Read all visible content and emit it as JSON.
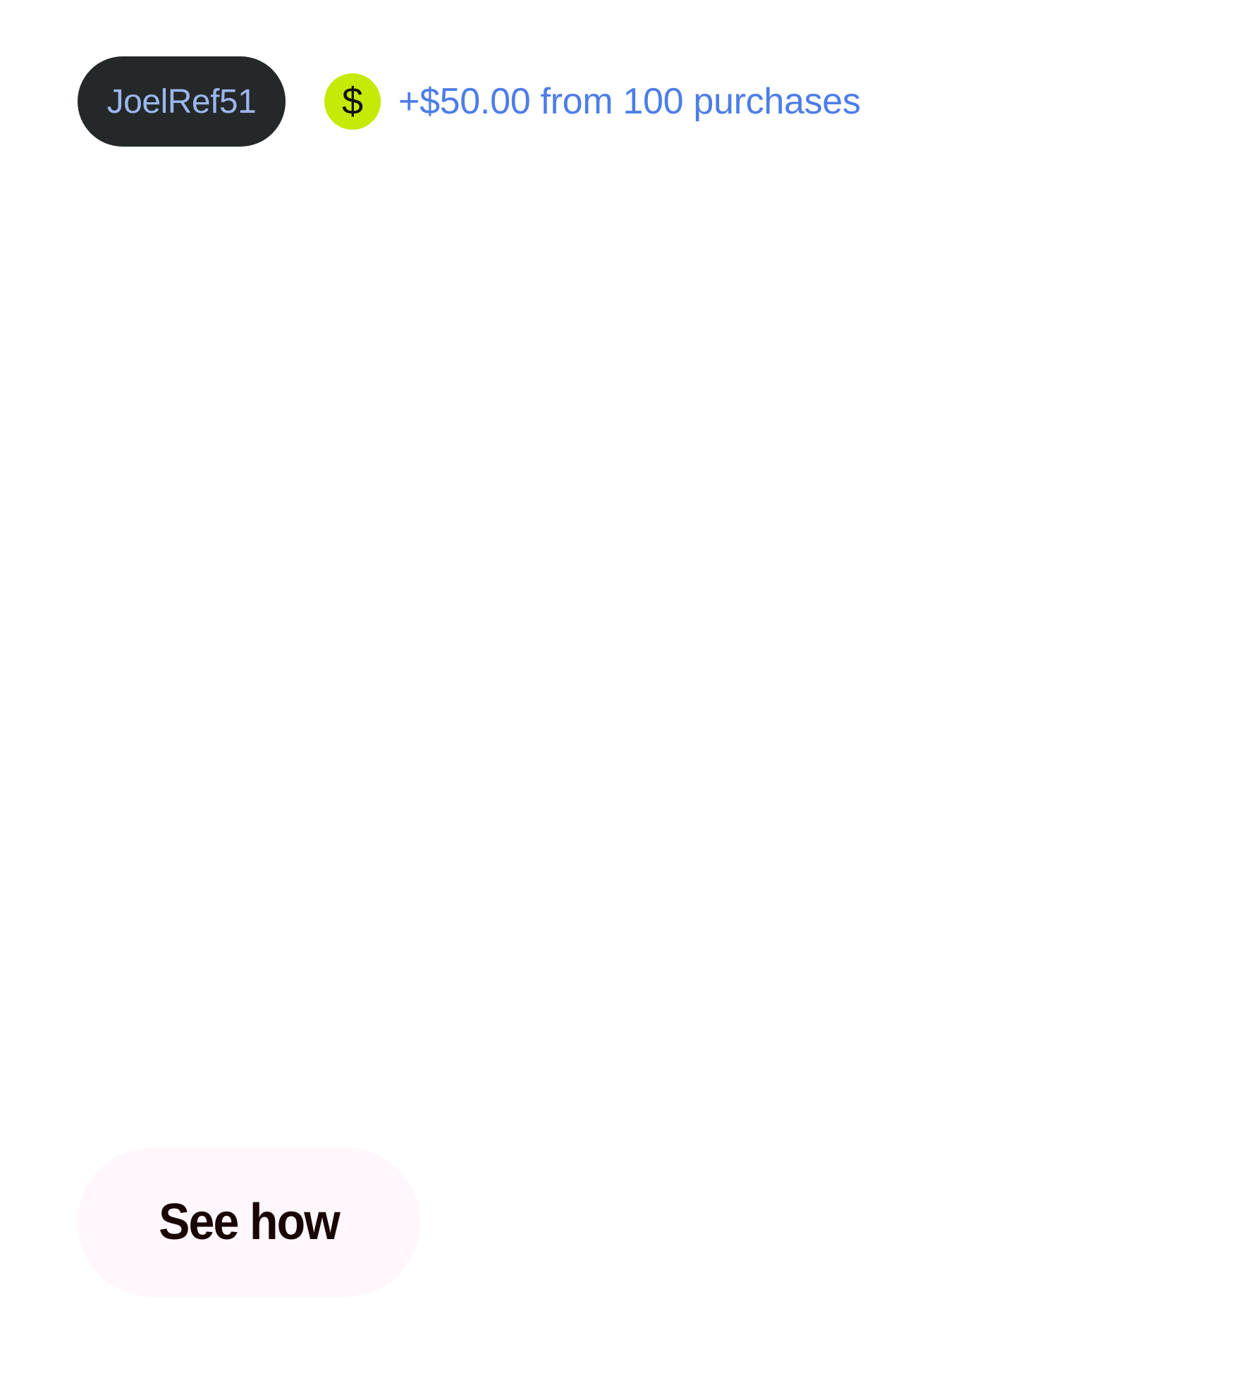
{
  "referral": {
    "code": "JoelRef51",
    "earnings_text": "+$50.00 from 100 purchases",
    "icon": "dollar-coin-icon"
  },
  "cta": {
    "label": "See how"
  },
  "colors": {
    "pill_background": "#242829",
    "code_text": "#9cb6ee",
    "coin_background": "#c5ea06",
    "earnings_text": "#4d7de8",
    "button_background": "#fff7fb",
    "button_text": "#1a0505"
  }
}
